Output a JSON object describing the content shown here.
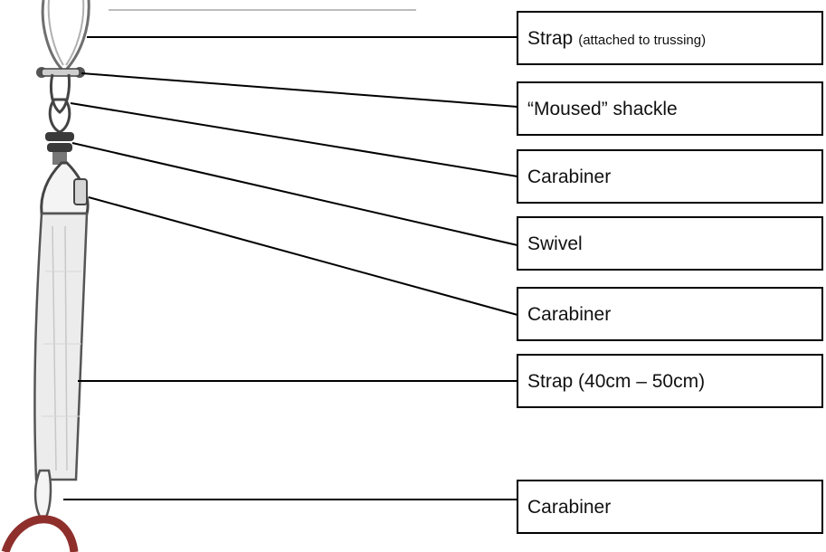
{
  "labels": {
    "strap_top": {
      "main": "Strap",
      "note": "(attached to trussing)"
    },
    "moused_shackle": "“Moused” shackle",
    "carabiner_1": "Carabiner",
    "swivel": "Swivel",
    "carabiner_2": "Carabiner",
    "strap_bottom": "Strap (40cm – 50cm)",
    "carabiner_3": "Carabiner"
  },
  "colors": {
    "line": "#000000",
    "ring": "#8e2f2c",
    "strap_fill": "#ececec",
    "metal": "#d9d9d9"
  }
}
